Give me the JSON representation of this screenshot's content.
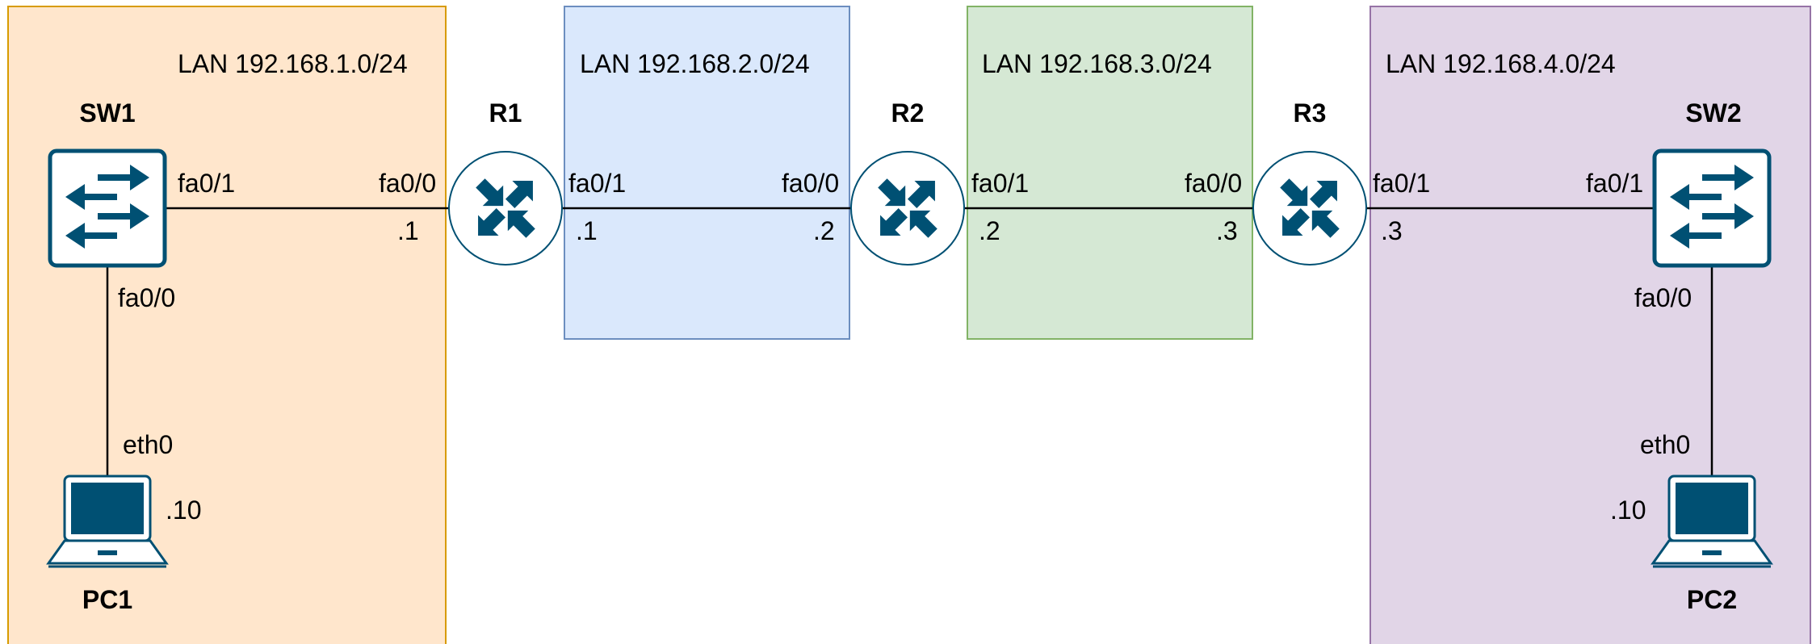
{
  "zones": [
    {
      "id": "lan1",
      "label": "LAN 192.168.1.0/24",
      "fill": "#ffe6cc",
      "stroke": "#d79b00"
    },
    {
      "id": "lan2",
      "label": "LAN 192.168.2.0/24",
      "fill": "#dae8fc",
      "stroke": "#6c8ebf"
    },
    {
      "id": "lan3",
      "label": "LAN 192.168.3.0/24",
      "fill": "#d5e8d4",
      "stroke": "#82b366"
    },
    {
      "id": "lan4",
      "label": "LAN 192.168.4.0/24",
      "fill": "#e1d5e7",
      "stroke": "#9673a6"
    }
  ],
  "devices": {
    "sw1": {
      "name": "SW1",
      "type": "switch-icon"
    },
    "r1": {
      "name": "R1",
      "type": "router-icon"
    },
    "r2": {
      "name": "R2",
      "type": "router-icon"
    },
    "r3": {
      "name": "R3",
      "type": "router-icon"
    },
    "sw2": {
      "name": "SW2",
      "type": "switch-icon"
    },
    "pc1": {
      "name": "PC1",
      "type": "laptop-icon"
    },
    "pc2": {
      "name": "PC2",
      "type": "laptop-icon"
    }
  },
  "links": {
    "sw1_r1": {
      "a_port": "fa0/1",
      "b_port": "fa0/0",
      "b_addr": ".1"
    },
    "r1_r2": {
      "a_port": "fa0/1",
      "a_addr": ".1",
      "b_port": "fa0/0",
      "b_addr": ".2"
    },
    "r2_r3": {
      "a_port": "fa0/1",
      "a_addr": ".2",
      "b_port": "fa0/0",
      "b_addr": ".3"
    },
    "r3_sw2": {
      "a_port": "fa0/1",
      "a_addr": ".3",
      "b_port": "fa0/1"
    },
    "sw1_pc1": {
      "a_port": "fa0/0",
      "b_port": "eth0",
      "b_addr": ".10"
    },
    "sw2_pc2": {
      "a_port": "fa0/0",
      "b_port": "eth0",
      "b_addr": ".10"
    }
  },
  "colors": {
    "icon_fill": "#005073",
    "icon_stroke": "#005073",
    "line": "#000000"
  }
}
